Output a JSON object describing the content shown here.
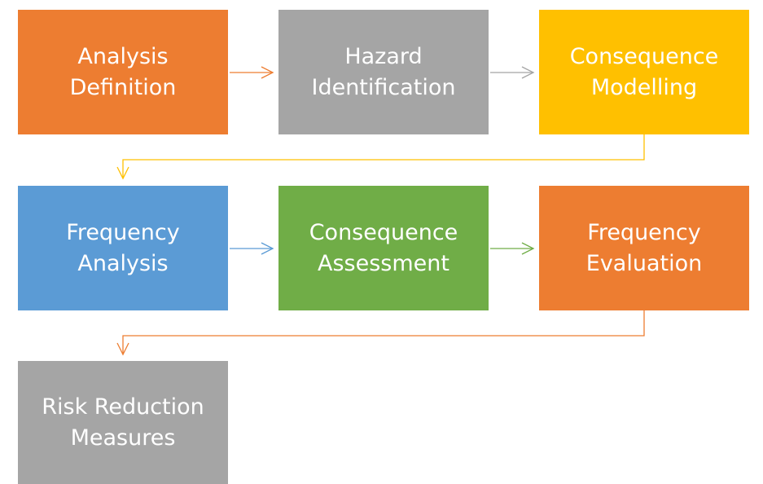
{
  "steps": [
    {
      "label": "Analysis\nDefinition",
      "color": "#ED7D31"
    },
    {
      "label": "Hazard\nIdentification",
      "color": "#A5A5A5"
    },
    {
      "label": "Consequence\nModelling",
      "color": "#FFC000"
    },
    {
      "label": "Frequency\nAnalysis",
      "color": "#5B9BD5"
    },
    {
      "label": "Consequence\nAssessment",
      "color": "#70AD47"
    },
    {
      "label": "Frequency\nEvaluation",
      "color": "#ED7D31"
    },
    {
      "label": "Risk Reduction\nMeasures",
      "color": "#A5A5A5"
    }
  ]
}
